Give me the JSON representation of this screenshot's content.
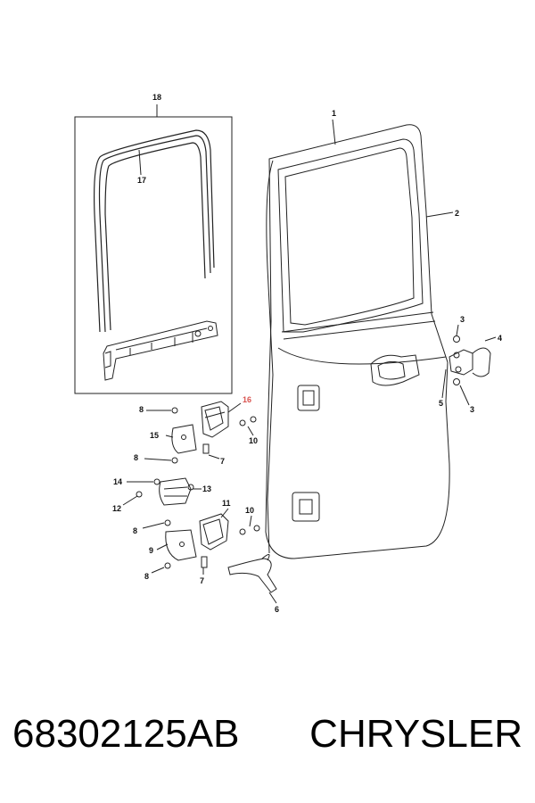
{
  "callouts": {
    "c1": "1",
    "c2": "2",
    "c3a": "3",
    "c3b": "3",
    "c4": "4",
    "c5": "5",
    "c6": "6",
    "c7a": "7",
    "c7b": "7",
    "c8a": "8",
    "c8b": "8",
    "c8c": "8",
    "c8d": "8",
    "c9": "9",
    "c10a": "10",
    "c10b": "10",
    "c11": "11",
    "c12": "12",
    "c13": "13",
    "c14": "14",
    "c15": "15",
    "c16": "16",
    "c17": "17",
    "c18": "18"
  },
  "footer": {
    "part_number": "68302125AB",
    "brand": "CHRYSLER"
  },
  "colors": {
    "line": "#222222",
    "highlight": "#d9534f"
  }
}
